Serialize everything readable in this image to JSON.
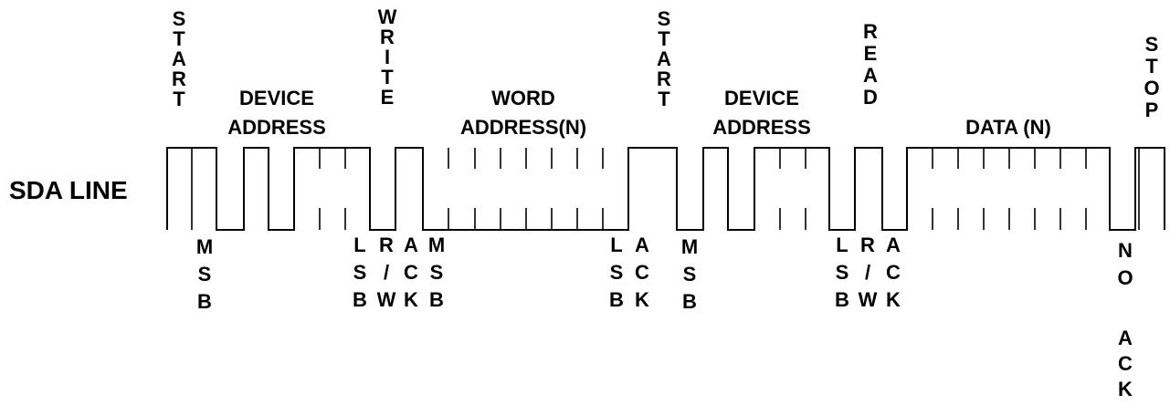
{
  "signal_label": "SDA LINE",
  "top_labels": {
    "start_1": "START",
    "device_address_1": [
      "DEVICE",
      "ADDRESS"
    ],
    "write": "WRITE",
    "word_address": [
      "WORD",
      "ADDRESS(N)"
    ],
    "start_2": "START",
    "device_address_2": [
      "DEVICE",
      "ADDRESS"
    ],
    "read": "READ",
    "data": "DATA (N)",
    "stop": "STOP"
  },
  "bottom_labels": {
    "msb_1": "MSB",
    "lsb_1": "LSB",
    "rw_1": "R/W",
    "ack_1": "ACK",
    "msb_2": "MSB",
    "lsb_2": "LSB",
    "ack_2": "ACK",
    "msb_3": "MSB",
    "lsb_3": "LSB",
    "rw_2": "R/W",
    "ack_3": "ACK",
    "no_ack": [
      "NO",
      "ACK"
    ]
  }
}
